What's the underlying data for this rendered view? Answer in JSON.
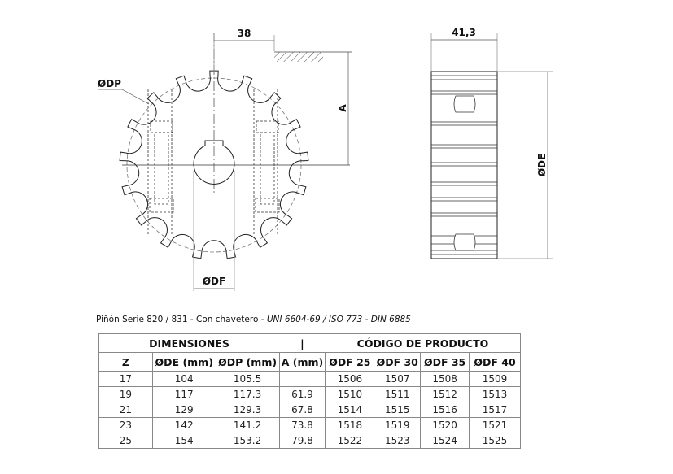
{
  "drawing": {
    "dim_38": "38",
    "dim_41_3": "41,3",
    "label_DP": "ØDP",
    "label_A": "A",
    "label_DF": "ØDF",
    "label_DE": "ØDE",
    "teeth": 17
  },
  "caption": {
    "normal": "Piñón Serie 820 / 831 - Con chavetero - ",
    "italic": "UNI 6604-69 / ISO 773 - DIN 6885"
  },
  "table": {
    "group_dimensions": "DIMENSIONES",
    "separator": "|",
    "group_code": "CÓDIGO DE PRODUCTO",
    "headers": [
      "Z",
      "ØDE (mm)",
      "ØDP (mm)",
      "A (mm)",
      "ØDF 25",
      "ØDF 30",
      "ØDF 35",
      "ØDF 40"
    ],
    "rows": [
      [
        "17",
        "104",
        "105.5",
        "",
        "1506",
        "1507",
        "1508",
        "1509"
      ],
      [
        "19",
        "117",
        "117.3",
        "61.9",
        "1510",
        "1511",
        "1512",
        "1513"
      ],
      [
        "21",
        "129",
        "129.3",
        "67.8",
        "1514",
        "1515",
        "1516",
        "1517"
      ],
      [
        "23",
        "142",
        "141.2",
        "73.8",
        "1518",
        "1519",
        "1520",
        "1521"
      ],
      [
        "25",
        "154",
        "153.2",
        "79.8",
        "1522",
        "1523",
        "1524",
        "1525"
      ]
    ]
  }
}
